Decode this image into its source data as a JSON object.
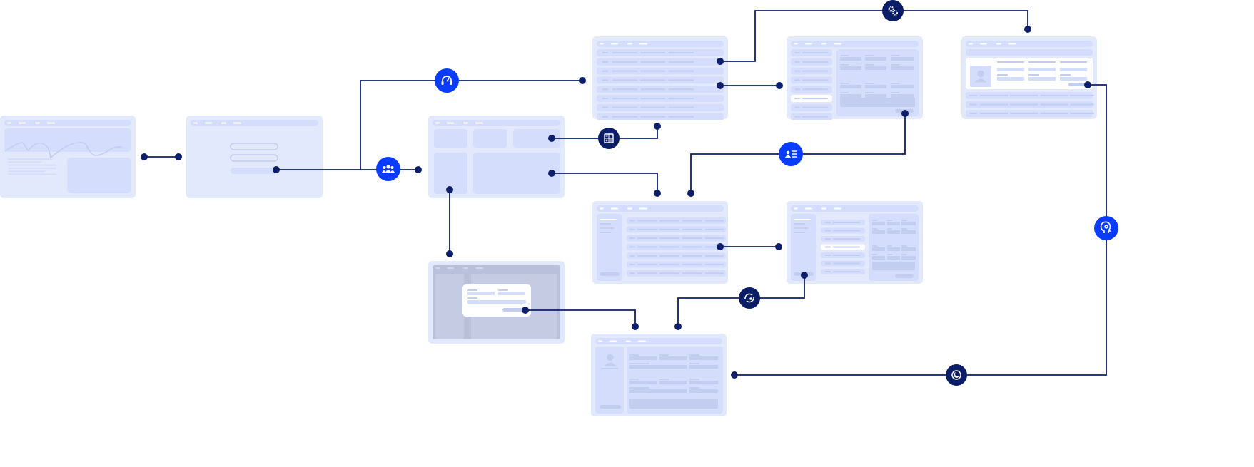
{
  "colors": {
    "card_bg": "#e3e9fc",
    "card_inner": "#d4ddfb",
    "card_line": "#c2cdef",
    "connector": "#0d1f6b",
    "icon_dark": "#0b1d66",
    "icon_bright": "#0a3cff",
    "white": "#ffffff",
    "overlay": "#b8c0da"
  },
  "screens": [
    {
      "id": "dashboard-chart",
      "kind": "chart"
    },
    {
      "id": "login",
      "kind": "login"
    },
    {
      "id": "dashboard-grid",
      "kind": "grid"
    },
    {
      "id": "table-list",
      "kind": "table"
    },
    {
      "id": "list-detail",
      "kind": "listdetail"
    },
    {
      "id": "profile-view",
      "kind": "profile"
    },
    {
      "id": "sidebar-table",
      "kind": "sidebartable"
    },
    {
      "id": "sidebar-list-detail",
      "kind": "sidebarlist"
    },
    {
      "id": "modal-dialog",
      "kind": "modal"
    },
    {
      "id": "profile-form",
      "kind": "form"
    }
  ],
  "connector_icons": [
    {
      "name": "team-icon",
      "style": "bright"
    },
    {
      "name": "support-headset-icon",
      "style": "bright"
    },
    {
      "name": "settings-gears-icon",
      "style": "dark"
    },
    {
      "name": "calculator-icon",
      "style": "dark"
    },
    {
      "name": "user-list-icon",
      "style": "bright"
    },
    {
      "name": "sync-user-icon",
      "style": "dark"
    },
    {
      "name": "ai-head-icon",
      "style": "bright"
    },
    {
      "name": "night-mode-icon",
      "style": "dark"
    }
  ]
}
